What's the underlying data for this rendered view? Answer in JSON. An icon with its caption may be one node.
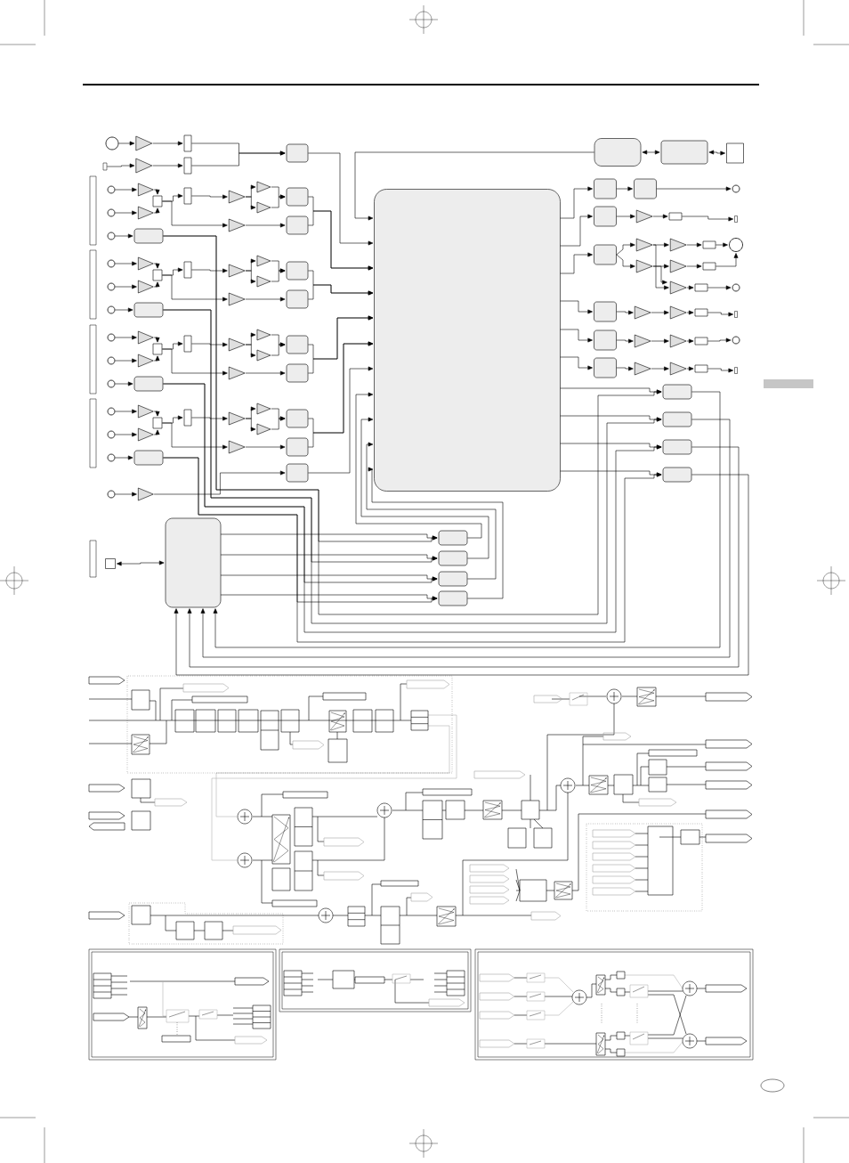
{
  "diagram": {
    "nodes": [
      {
        "text": [],
        "shape": "circle"
      },
      {
        "text": [],
        "shape": "triangle"
      },
      {
        "text": [],
        "shape": "square"
      },
      {
        "text": [],
        "shape": "bar"
      },
      {
        "text": [],
        "shape": "triangle"
      },
      {
        "text": [],
        "shape": "square"
      },
      {
        "text": [],
        "shape": "box"
      },
      {
        "text": [],
        "shape": "box"
      },
      {
        "text": [],
        "shape": "box"
      },
      {
        "text": [],
        "shape": "box"
      },
      {
        "text": [],
        "shape": "square"
      },
      {
        "text": [],
        "shape": "box"
      },
      {
        "text": [],
        "shape": "box"
      },
      {
        "text": [],
        "shape": "circle"
      },
      {
        "text": [],
        "shape": "box"
      },
      {
        "text": [],
        "shape": "triangle"
      },
      {
        "text": [],
        "shape": "square"
      },
      {
        "text": [],
        "shape": "bar"
      },
      {
        "text": [],
        "shape": "box"
      },
      {
        "text": [],
        "shape": "triangle"
      },
      {
        "text": [],
        "shape": "triangle"
      },
      {
        "text": [],
        "shape": "triangle"
      },
      {
        "text": [],
        "shape": "triangle"
      },
      {
        "text": [],
        "shape": "square"
      },
      {
        "text": [],
        "shape": "square"
      },
      {
        "text": [],
        "shape": "circle"
      },
      {
        "text": [],
        "shape": "triangle"
      },
      {
        "text": [],
        "shape": "square"
      },
      {
        "text": [],
        "shape": "circle"
      },
      {
        "text": [],
        "shape": "box"
      },
      {
        "text": [],
        "shape": "triangle"
      },
      {
        "text": [],
        "shape": "triangle"
      },
      {
        "text": [],
        "shape": "square"
      },
      {
        "text": [],
        "shape": "bar"
      },
      {
        "text": [],
        "shape": "box"
      },
      {
        "text": [],
        "shape": "triangle"
      },
      {
        "text": [],
        "shape": "triangle"
      },
      {
        "text": [],
        "shape": "square"
      },
      {
        "text": [],
        "shape": "circle"
      },
      {
        "text": [],
        "shape": "box"
      },
      {
        "text": [],
        "shape": "triangle"
      },
      {
        "text": [],
        "shape": "triangle"
      },
      {
        "text": [],
        "shape": "square"
      },
      {
        "text": [],
        "shape": "bar"
      },
      {
        "text": [],
        "shape": "box"
      },
      {
        "text": [],
        "shape": "box"
      },
      {
        "text": [],
        "shape": "box"
      },
      {
        "text": [],
        "shape": "box"
      },
      {
        "text": [],
        "shape": "circle"
      },
      {
        "text": [],
        "shape": "circle"
      },
      {
        "text": [],
        "shape": "circle"
      },
      {
        "text": [],
        "shape": "triangle"
      },
      {
        "text": [],
        "shape": "triangle"
      },
      {
        "text": [],
        "shape": "square"
      },
      {
        "text": [],
        "shape": "square"
      },
      {
        "text": [],
        "shape": "triangle"
      },
      {
        "text": [],
        "shape": "triangle"
      },
      {
        "text": [],
        "shape": "triangle"
      },
      {
        "text": [],
        "shape": "box"
      },
      {
        "text": [],
        "shape": "triangle"
      },
      {
        "text": [],
        "shape": "box"
      },
      {
        "text": [],
        "shape": "box"
      },
      {
        "text": [],
        "shape": "circle"
      },
      {
        "text": [],
        "shape": "circle"
      },
      {
        "text": [],
        "shape": "circle"
      },
      {
        "text": [],
        "shape": "triangle"
      },
      {
        "text": [],
        "shape": "triangle"
      },
      {
        "text": [],
        "shape": "square"
      },
      {
        "text": [],
        "shape": "square"
      },
      {
        "text": [],
        "shape": "triangle"
      },
      {
        "text": [],
        "shape": "triangle"
      },
      {
        "text": [],
        "shape": "triangle"
      },
      {
        "text": [],
        "shape": "box"
      },
      {
        "text": [],
        "shape": "triangle"
      },
      {
        "text": [],
        "shape": "box"
      },
      {
        "text": [],
        "shape": "box"
      },
      {
        "text": [],
        "shape": "circle"
      },
      {
        "text": [],
        "shape": "circle"
      },
      {
        "text": [],
        "shape": "circle"
      },
      {
        "text": [],
        "shape": "triangle"
      },
      {
        "text": [],
        "shape": "triangle"
      },
      {
        "text": [],
        "shape": "square"
      },
      {
        "text": [],
        "shape": "square"
      },
      {
        "text": [],
        "shape": "triangle"
      },
      {
        "text": [],
        "shape": "triangle"
      },
      {
        "text": [],
        "shape": "triangle"
      },
      {
        "text": [],
        "shape": "box"
      },
      {
        "text": [],
        "shape": "triangle"
      },
      {
        "text": [],
        "shape": "box"
      },
      {
        "text": [],
        "shape": "box"
      },
      {
        "text": [],
        "shape": "circle"
      },
      {
        "text": [],
        "shape": "circle"
      },
      {
        "text": [],
        "shape": "circle"
      },
      {
        "text": [],
        "shape": "triangle"
      },
      {
        "text": [],
        "shape": "triangle"
      },
      {
        "text": [],
        "shape": "square"
      },
      {
        "text": [],
        "shape": "square"
      },
      {
        "text": [],
        "shape": "triangle"
      },
      {
        "text": [],
        "shape": "triangle"
      },
      {
        "text": [],
        "shape": "triangle"
      },
      {
        "text": [],
        "shape": "box"
      },
      {
        "text": [],
        "shape": "triangle"
      },
      {
        "text": [],
        "shape": "box"
      },
      {
        "text": [],
        "shape": "box"
      },
      {
        "text": [],
        "shape": "box"
      },
      {
        "text": [],
        "shape": "circle"
      },
      {
        "text": [],
        "shape": "triangle"
      },
      {
        "text": [],
        "shape": "box"
      },
      {
        "text": [],
        "shape": "square"
      },
      {
        "text": [],
        "shape": "box"
      },
      {
        "text": [],
        "shape": "box"
      },
      {
        "text": [],
        "shape": "box"
      },
      {
        "text": [],
        "shape": "box"
      }
    ],
    "edges": [
      {
        "from": 0,
        "to": 1,
        "arrow": "to"
      },
      {
        "from": 1,
        "to": 2,
        "arrow": "to"
      },
      {
        "from": 2,
        "to": 6,
        "arrow": "to"
      },
      {
        "from": 3,
        "to": 4,
        "arrow": "to"
      },
      {
        "from": 4,
        "to": 5,
        "arrow": "to"
      },
      {
        "from": 5,
        "to": 6,
        "arrow": "to"
      },
      {
        "from": 6,
        "to": 7,
        "arrow": "to"
      },
      {
        "from": 8,
        "to": 7,
        "arrow": "to"
      },
      {
        "from": 8,
        "to": 9,
        "arrow": "both"
      },
      {
        "from": 9,
        "to": 10,
        "arrow": "both"
      },
      {
        "from": 7,
        "to": 11,
        "arrow": "to"
      },
      {
        "from": 11,
        "to": 12,
        "arrow": "to"
      },
      {
        "from": 12,
        "to": 13,
        "arrow": "to"
      },
      {
        "from": 7,
        "to": 14,
        "arrow": "to"
      },
      {
        "from": 14,
        "to": 15,
        "arrow": "to"
      },
      {
        "from": 15,
        "to": 16,
        "arrow": "to"
      },
      {
        "from": 16,
        "to": 17,
        "arrow": "to"
      },
      {
        "from": 7,
        "to": 18,
        "arrow": "to"
      },
      {
        "from": 18,
        "to": 19,
        "arrow": "to"
      },
      {
        "from": 18,
        "to": 20,
        "arrow": "to"
      },
      {
        "from": 19,
        "to": 21,
        "arrow": "to"
      },
      {
        "from": 20,
        "to": 22,
        "arrow": "to"
      },
      {
        "from": 21,
        "to": 23,
        "arrow": "to"
      },
      {
        "from": 22,
        "to": 24,
        "arrow": "to"
      },
      {
        "from": 23,
        "to": 25,
        "arrow": "to"
      },
      {
        "from": 24,
        "to": 25,
        "arrow": "to"
      },
      {
        "from": 19,
        "to": 26,
        "arrow": "to"
      },
      {
        "from": 20,
        "to": 26,
        "arrow": "to"
      },
      {
        "from": 26,
        "to": 27,
        "arrow": "to"
      },
      {
        "from": 27,
        "to": 28,
        "arrow": "to"
      },
      {
        "from": 7,
        "to": 29,
        "arrow": "to"
      },
      {
        "from": 29,
        "to": 30,
        "arrow": "to"
      },
      {
        "from": 30,
        "to": 31,
        "arrow": "to"
      },
      {
        "from": 31,
        "to": 32,
        "arrow": "to"
      },
      {
        "from": 32,
        "to": 33,
        "arrow": "to"
      },
      {
        "from": 7,
        "to": 34,
        "arrow": "to"
      },
      {
        "from": 34,
        "to": 35,
        "arrow": "to"
      },
      {
        "from": 35,
        "to": 36,
        "arrow": "to"
      },
      {
        "from": 36,
        "to": 37,
        "arrow": "to"
      },
      {
        "from": 37,
        "to": 38,
        "arrow": "to"
      },
      {
        "from": 7,
        "to": 39,
        "arrow": "to"
      },
      {
        "from": 39,
        "to": 40,
        "arrow": "to"
      },
      {
        "from": 40,
        "to": 41,
        "arrow": "to"
      },
      {
        "from": 41,
        "to": 42,
        "arrow": "to"
      },
      {
        "from": 42,
        "to": 43,
        "arrow": "to"
      },
      {
        "from": 7,
        "to": 44,
        "arrow": "to"
      },
      {
        "from": 7,
        "to": 45,
        "arrow": "to"
      },
      {
        "from": 7,
        "to": 46,
        "arrow": "to"
      },
      {
        "from": 7,
        "to": 47,
        "arrow": "to"
      },
      {
        "from": 44,
        "to": 107,
        "arrow": "to"
      },
      {
        "from": 45,
        "to": 107,
        "arrow": "to"
      },
      {
        "from": 46,
        "to": 107,
        "arrow": "to"
      },
      {
        "from": 47,
        "to": 107,
        "arrow": "to"
      },
      {
        "from": 48,
        "to": 51,
        "arrow": "to"
      },
      {
        "from": 49,
        "to": 52,
        "arrow": "to"
      },
      {
        "from": 51,
        "to": 53,
        "arrow": "to"
      },
      {
        "from": 52,
        "to": 53,
        "arrow": "to"
      },
      {
        "from": 53,
        "to": 54,
        "arrow": "to"
      },
      {
        "from": 54,
        "to": 55,
        "arrow": "to"
      },
      {
        "from": 55,
        "to": 56,
        "arrow": "to"
      },
      {
        "from": 55,
        "to": 57,
        "arrow": "to"
      },
      {
        "from": 56,
        "to": 58,
        "arrow": "to"
      },
      {
        "from": 57,
        "to": 58,
        "arrow": "to"
      },
      {
        "from": 53,
        "to": 59,
        "arrow": "to"
      },
      {
        "from": 59,
        "to": 60,
        "arrow": "to"
      },
      {
        "from": 58,
        "to": 7,
        "arrow": "to"
      },
      {
        "from": 60,
        "to": 7,
        "arrow": "to"
      },
      {
        "from": 50,
        "to": 61,
        "arrow": "to"
      },
      {
        "from": 61,
        "to": 44,
        "arrow": "to"
      },
      {
        "from": 61,
        "to": 109,
        "arrow": "to"
      },
      {
        "from": 62,
        "to": 65,
        "arrow": "to"
      },
      {
        "from": 63,
        "to": 66,
        "arrow": "to"
      },
      {
        "from": 65,
        "to": 67,
        "arrow": "to"
      },
      {
        "from": 66,
        "to": 67,
        "arrow": "to"
      },
      {
        "from": 67,
        "to": 68,
        "arrow": "to"
      },
      {
        "from": 68,
        "to": 69,
        "arrow": "to"
      },
      {
        "from": 69,
        "to": 70,
        "arrow": "to"
      },
      {
        "from": 69,
        "to": 71,
        "arrow": "to"
      },
      {
        "from": 70,
        "to": 72,
        "arrow": "to"
      },
      {
        "from": 71,
        "to": 72,
        "arrow": "to"
      },
      {
        "from": 67,
        "to": 73,
        "arrow": "to"
      },
      {
        "from": 73,
        "to": 74,
        "arrow": "to"
      },
      {
        "from": 72,
        "to": 7,
        "arrow": "to"
      },
      {
        "from": 74,
        "to": 7,
        "arrow": "to"
      },
      {
        "from": 64,
        "to": 75,
        "arrow": "to"
      },
      {
        "from": 75,
        "to": 45,
        "arrow": "to"
      },
      {
        "from": 75,
        "to": 110,
        "arrow": "to"
      },
      {
        "from": 76,
        "to": 79,
        "arrow": "to"
      },
      {
        "from": 77,
        "to": 80,
        "arrow": "to"
      },
      {
        "from": 79,
        "to": 81,
        "arrow": "to"
      },
      {
        "from": 80,
        "to": 81,
        "arrow": "to"
      },
      {
        "from": 81,
        "to": 82,
        "arrow": "to"
      },
      {
        "from": 82,
        "to": 83,
        "arrow": "to"
      },
      {
        "from": 83,
        "to": 84,
        "arrow": "to"
      },
      {
        "from": 83,
        "to": 85,
        "arrow": "to"
      },
      {
        "from": 84,
        "to": 86,
        "arrow": "to"
      },
      {
        "from": 85,
        "to": 86,
        "arrow": "to"
      },
      {
        "from": 81,
        "to": 87,
        "arrow": "to"
      },
      {
        "from": 87,
        "to": 88,
        "arrow": "to"
      },
      {
        "from": 86,
        "to": 7,
        "arrow": "to"
      },
      {
        "from": 88,
        "to": 7,
        "arrow": "to"
      },
      {
        "from": 78,
        "to": 89,
        "arrow": "to"
      },
      {
        "from": 89,
        "to": 46,
        "arrow": "to"
      },
      {
        "from": 89,
        "to": 111,
        "arrow": "to"
      },
      {
        "from": 90,
        "to": 93,
        "arrow": "to"
      },
      {
        "from": 91,
        "to": 94,
        "arrow": "to"
      },
      {
        "from": 93,
        "to": 95,
        "arrow": "to"
      },
      {
        "from": 94,
        "to": 95,
        "arrow": "to"
      },
      {
        "from": 95,
        "to": 96,
        "arrow": "to"
      },
      {
        "from": 96,
        "to": 97,
        "arrow": "to"
      },
      {
        "from": 97,
        "to": 98,
        "arrow": "to"
      },
      {
        "from": 97,
        "to": 99,
        "arrow": "to"
      },
      {
        "from": 98,
        "to": 100,
        "arrow": "to"
      },
      {
        "from": 99,
        "to": 100,
        "arrow": "to"
      },
      {
        "from": 95,
        "to": 101,
        "arrow": "to"
      },
      {
        "from": 101,
        "to": 102,
        "arrow": "to"
      },
      {
        "from": 100,
        "to": 7,
        "arrow": "to"
      },
      {
        "from": 102,
        "to": 7,
        "arrow": "to"
      },
      {
        "from": 92,
        "to": 103,
        "arrow": "to"
      },
      {
        "from": 103,
        "to": 47,
        "arrow": "to"
      },
      {
        "from": 103,
        "to": 112,
        "arrow": "to"
      },
      {
        "from": 105,
        "to": 106,
        "arrow": "to"
      },
      {
        "from": 106,
        "to": 104,
        "arrow": "to"
      },
      {
        "from": 104,
        "to": 7,
        "arrow": "to"
      },
      {
        "from": 108,
        "to": 107,
        "arrow": "both"
      },
      {
        "from": 107,
        "to": 109,
        "arrow": "to"
      },
      {
        "from": 107,
        "to": 110,
        "arrow": "to"
      },
      {
        "from": 107,
        "to": 111,
        "arrow": "to"
      },
      {
        "from": 107,
        "to": 112,
        "arrow": "to"
      },
      {
        "from": 109,
        "to": 7,
        "arrow": "to"
      },
      {
        "from": 110,
        "to": 7,
        "arrow": "to"
      },
      {
        "from": 111,
        "to": 7,
        "arrow": "to"
      },
      {
        "from": 112,
        "to": 7,
        "arrow": "to"
      }
    ]
  }
}
